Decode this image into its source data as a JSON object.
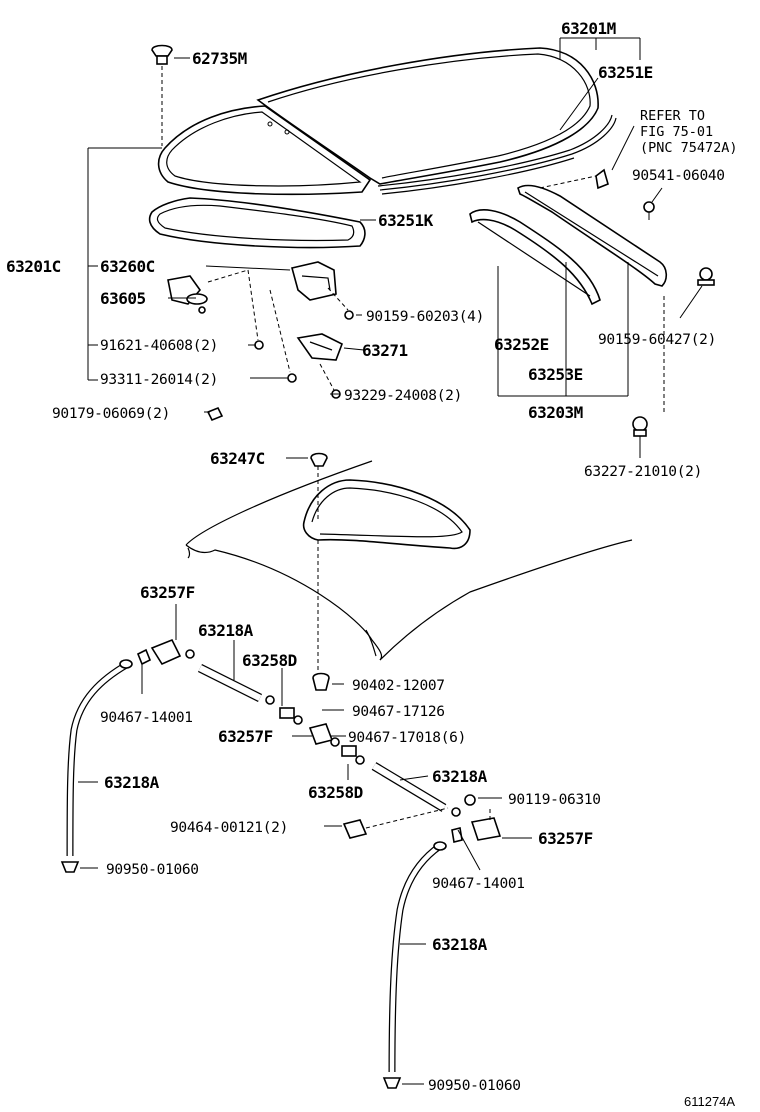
{
  "labels": {
    "p63201M": "63201M",
    "p62735M": "62735M",
    "p63251E": "63251E",
    "refer_line1": "REFER TO",
    "refer_line2": "FIG 75-01",
    "refer_line3": "(PNC 75472A)",
    "p90541": "90541-06040",
    "p63251K": "63251K",
    "p63201C": "63201C",
    "p63260C": "63260C",
    "p63605": "63605",
    "p90159_60203": "90159-60203(4)",
    "p63271": "63271",
    "p91621": "91621-40608(2)",
    "p93311": "93311-26014(2)",
    "p93229": "93229-24008(2)",
    "p90179": "90179-06069(2)",
    "p63252E": "63252E",
    "p63253E": "63253E",
    "p63203M": "63203M",
    "p90159_60427": "90159-60427(2)",
    "p63227": "63227-21010(2)",
    "p63247C": "63247C",
    "p63257F_a": "63257F",
    "p63218A_a": "63218A",
    "p63258D_a": "63258D",
    "p90402": "90402-12007",
    "p90467_17126": "90467-17126",
    "p90467_14001_a": "90467-14001",
    "p63257F_b": "63257F",
    "p90467_17018": "90467-17018(6)",
    "p63218A_b": "63218A",
    "p63258D_b": "63258D",
    "p63218A_c": "63218A",
    "p90119": "90119-06310",
    "p90464": "90464-00121(2)",
    "p63257F_c": "63257F",
    "p90950_a": "90950-01060",
    "p90467_14001_b": "90467-14001",
    "p63218A_d": "63218A",
    "p90950_b": "90950-01060"
  },
  "figure_id": "611274A"
}
